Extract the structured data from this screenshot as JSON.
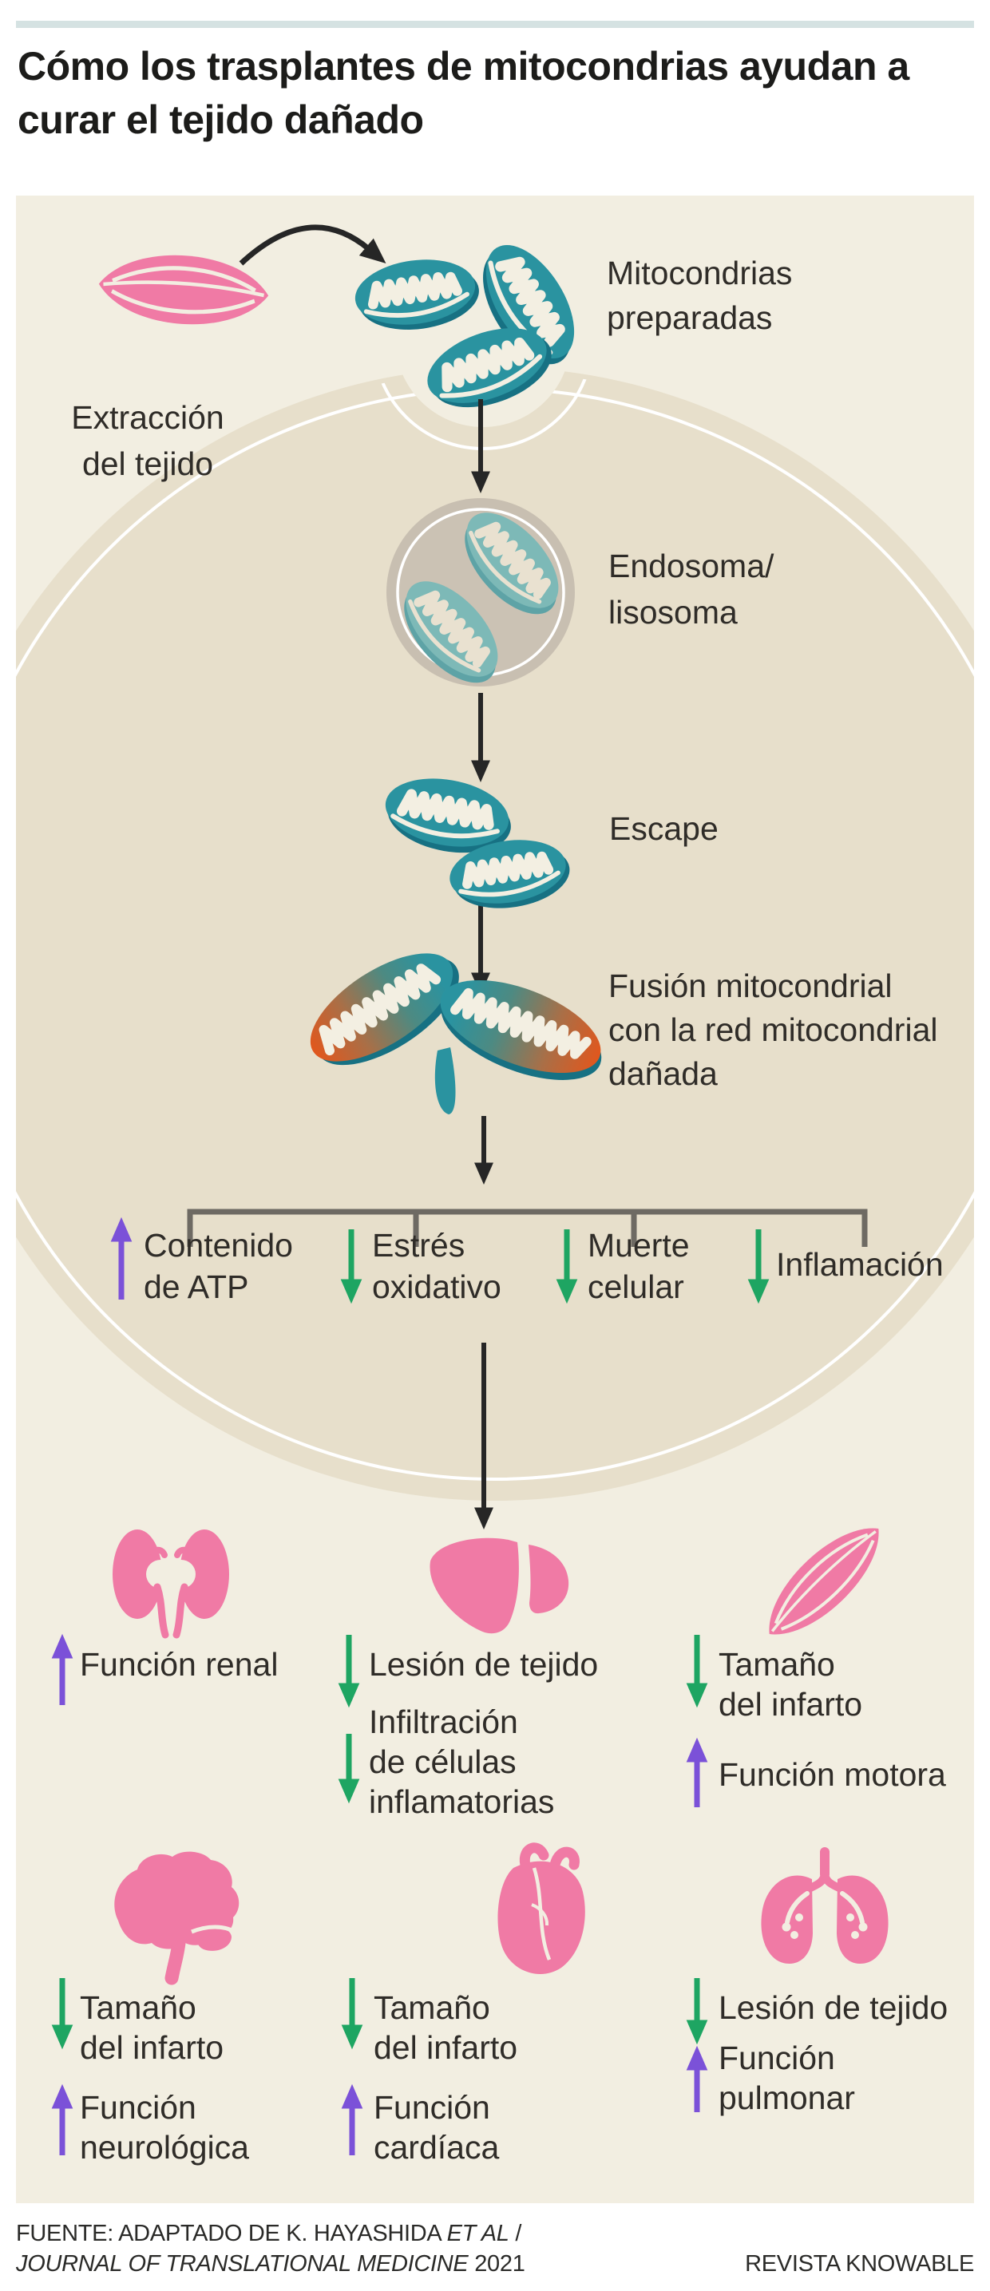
{
  "title": [
    "Cómo los trasplantes de mitocondrias",
    "ayudan a curar el tejido dañado"
  ],
  "steps": {
    "extraction": [
      "Extracción",
      "del tejido"
    ],
    "prepared": [
      "Mitocondrias",
      "preparadas"
    ],
    "endosome": [
      "Endosoma/",
      "lisosoma"
    ],
    "escape": [
      "Escape"
    ],
    "fusion": [
      "Fusión mitocondrial",
      "con la red mitocondrial",
      "dañada"
    ]
  },
  "outcomes": [
    {
      "direction": "up",
      "arrow_color": "#7b51d8",
      "lines": [
        "Contenido",
        "de ATP"
      ]
    },
    {
      "direction": "down",
      "arrow_color": "#1ea562",
      "lines": [
        "Estrés",
        "oxidativo"
      ]
    },
    {
      "direction": "down",
      "arrow_color": "#1ea562",
      "lines": [
        "Muerte",
        "celular"
      ]
    },
    {
      "direction": "down",
      "arrow_color": "#1ea562",
      "lines": [
        "Inflamación"
      ]
    }
  ],
  "organs": [
    {
      "organ": "kidneys",
      "effects": [
        {
          "dir": "up",
          "lines": [
            "Función renal"
          ]
        }
      ]
    },
    {
      "organ": "liver",
      "effects": [
        {
          "dir": "down",
          "lines": [
            "Lesión de tejido"
          ]
        },
        {
          "dir": "down",
          "lines": [
            "Infiltración",
            "de células",
            "inflamatorias"
          ]
        }
      ]
    },
    {
      "organ": "muscle",
      "effects": [
        {
          "dir": "down",
          "lines": [
            "Tamaño",
            "del infarto"
          ]
        },
        {
          "dir": "up",
          "lines": [
            "Función motora"
          ]
        }
      ]
    },
    {
      "organ": "brain",
      "effects": [
        {
          "dir": "down",
          "lines": [
            "Tamaño",
            "del infarto"
          ]
        },
        {
          "dir": "up",
          "lines": [
            "Función",
            "neurológica"
          ]
        }
      ]
    },
    {
      "organ": "heart",
      "effects": [
        {
          "dir": "down",
          "lines": [
            "Tamaño",
            "del infarto"
          ]
        },
        {
          "dir": "up",
          "lines": [
            "Función",
            "cardíaca"
          ]
        }
      ]
    },
    {
      "organ": "lungs",
      "effects": [
        {
          "dir": "down",
          "lines": [
            "Lesión de tejido"
          ]
        },
        {
          "dir": "up",
          "lines": [
            "Función",
            "pulmonar"
          ]
        }
      ]
    }
  ],
  "footer": {
    "source_prefix": "FUENTE: ADAPTADO DE K. HAYASHIDA ",
    "source_italic": "ET AL",
    "source_slash": " /",
    "journal_italic": "JOURNAL OF TRANSLATIONAL MEDICINE",
    "journal_year": " 2021",
    "credit": "REVISTA KNOWABLE"
  },
  "colors": {
    "top_bar": "#d5e2e2",
    "panel_background": "#f2eee1",
    "cell_fill": "#e7dfcb",
    "endosome_gray": "#c8bfb1",
    "mitochondria_teal": "#2a93a0",
    "fusion_orange": "#e1571d",
    "organ_pink": "#f07aa5",
    "arrow_black": "#262626",
    "increase_purple": "#7b51d8",
    "decrease_green": "#1ea562",
    "bracket_gray": "#6e6a63"
  }
}
